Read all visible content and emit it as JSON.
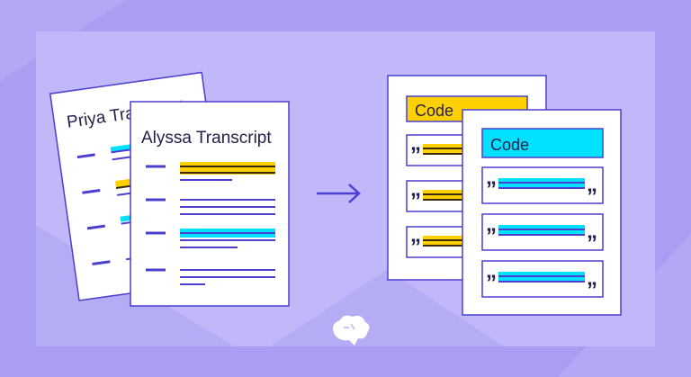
{
  "documents": {
    "back": {
      "title": "Priya Transcript"
    },
    "front": {
      "title": "Alyssa Transcript"
    }
  },
  "arrow": {
    "label": ""
  },
  "code_cards": {
    "back": {
      "label": "Code",
      "highlight_color": "#ffd000"
    },
    "front": {
      "label": "Code",
      "highlight_color": "#00e0ff"
    }
  },
  "quote_marks": {
    "open": "”",
    "close": "”"
  },
  "colors": {
    "background": "#a99ef3",
    "panel": "#c0b8f8",
    "paper": "#ffffff",
    "line": "#4a3fd0",
    "yellow": "#ffd000",
    "cyan": "#00e0ff",
    "text": "#24204a"
  },
  "icons": {
    "brand": "brain-icon"
  }
}
